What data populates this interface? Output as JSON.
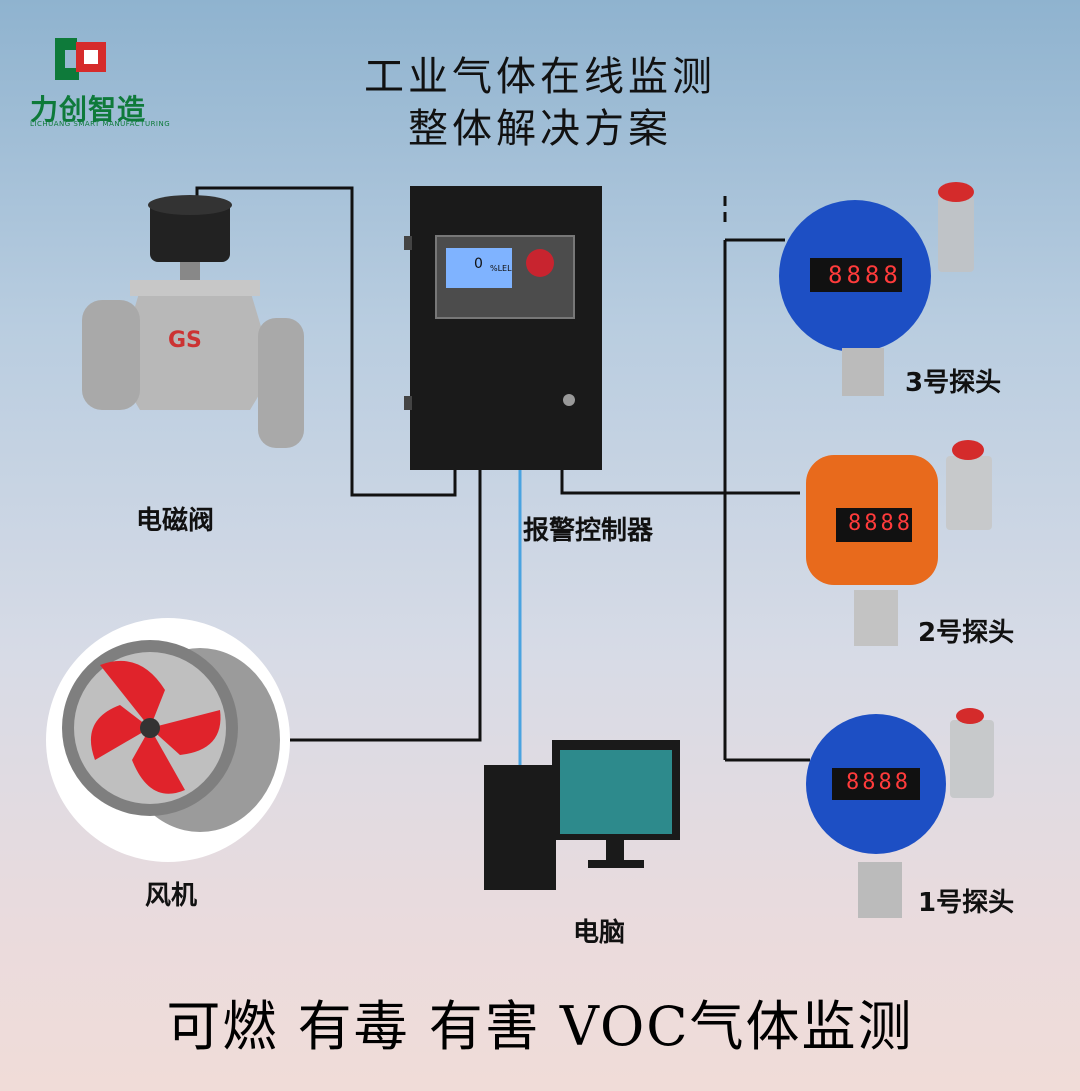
{
  "logo": {
    "text": "力创智造",
    "subtext": "LICHUANG SMART MANUFACTURING"
  },
  "title": {
    "line1": "工业气体在线监测",
    "line2": "整体解决方案"
  },
  "labels": {
    "valve": "电磁阀",
    "controller": "报警控制器",
    "fan": "风机",
    "computer": "电脑",
    "probe3": "3号探头",
    "probe2": "2号探头",
    "probe1": "1号探头"
  },
  "valve_mark": "GS",
  "probe_display": "8888",
  "controller_screen": {
    "value": "0",
    "unit": "%LEL"
  },
  "footer": "可燃 有毒 有害 VOC气体监测",
  "colors": {
    "logo_green": "#0e7a3a",
    "logo_red": "#d62b2b",
    "probe_blue": "#1d4fc4",
    "probe_orange": "#e86a1c",
    "controller_black": "#1a1a1a",
    "fan_red": "#e0232b",
    "pc_link": "#4aa3e0"
  }
}
